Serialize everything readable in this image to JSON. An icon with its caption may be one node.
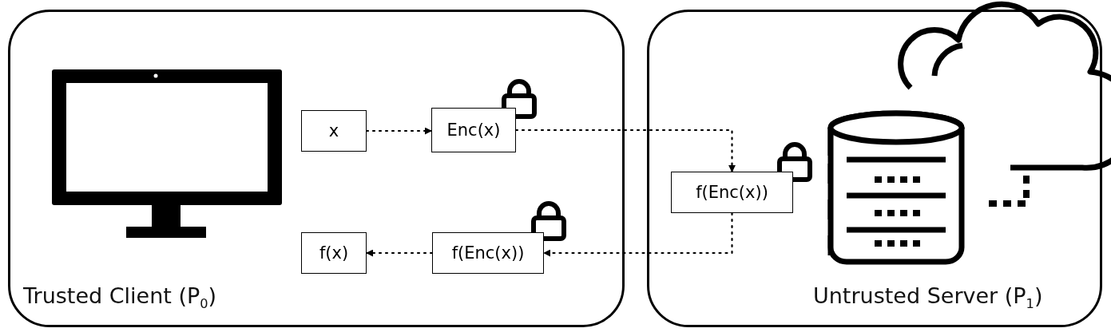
{
  "diagram": {
    "nodes": [
      {
        "text": [
          "Trusted Client (P$_{0}$)"
        ]
      },
      {
        "text": [
          "x"
        ],
        "in": 0
      },
      {
        "text": [
          "Enc(x)"
        ],
        "in": 0
      },
      {
        "text": [
          "f(x)"
        ],
        "in": 0
      },
      {
        "text": [
          "f(Enc(x))"
        ],
        "in": 0
      },
      {
        "text": [
          "Untrusted Server (P$_{1}$)"
        ]
      },
      {
        "text": [
          "f(Enc(x))"
        ],
        "in": 5
      }
    ],
    "edges": [
      {
        "from": 1,
        "to": 2,
        "arrow": "to"
      },
      {
        "from": 2,
        "to": 6,
        "arrow": "to"
      },
      {
        "from": 6,
        "to": 4,
        "arrow": "to"
      },
      {
        "from": 4,
        "to": 3,
        "arrow": "to"
      }
    ]
  }
}
